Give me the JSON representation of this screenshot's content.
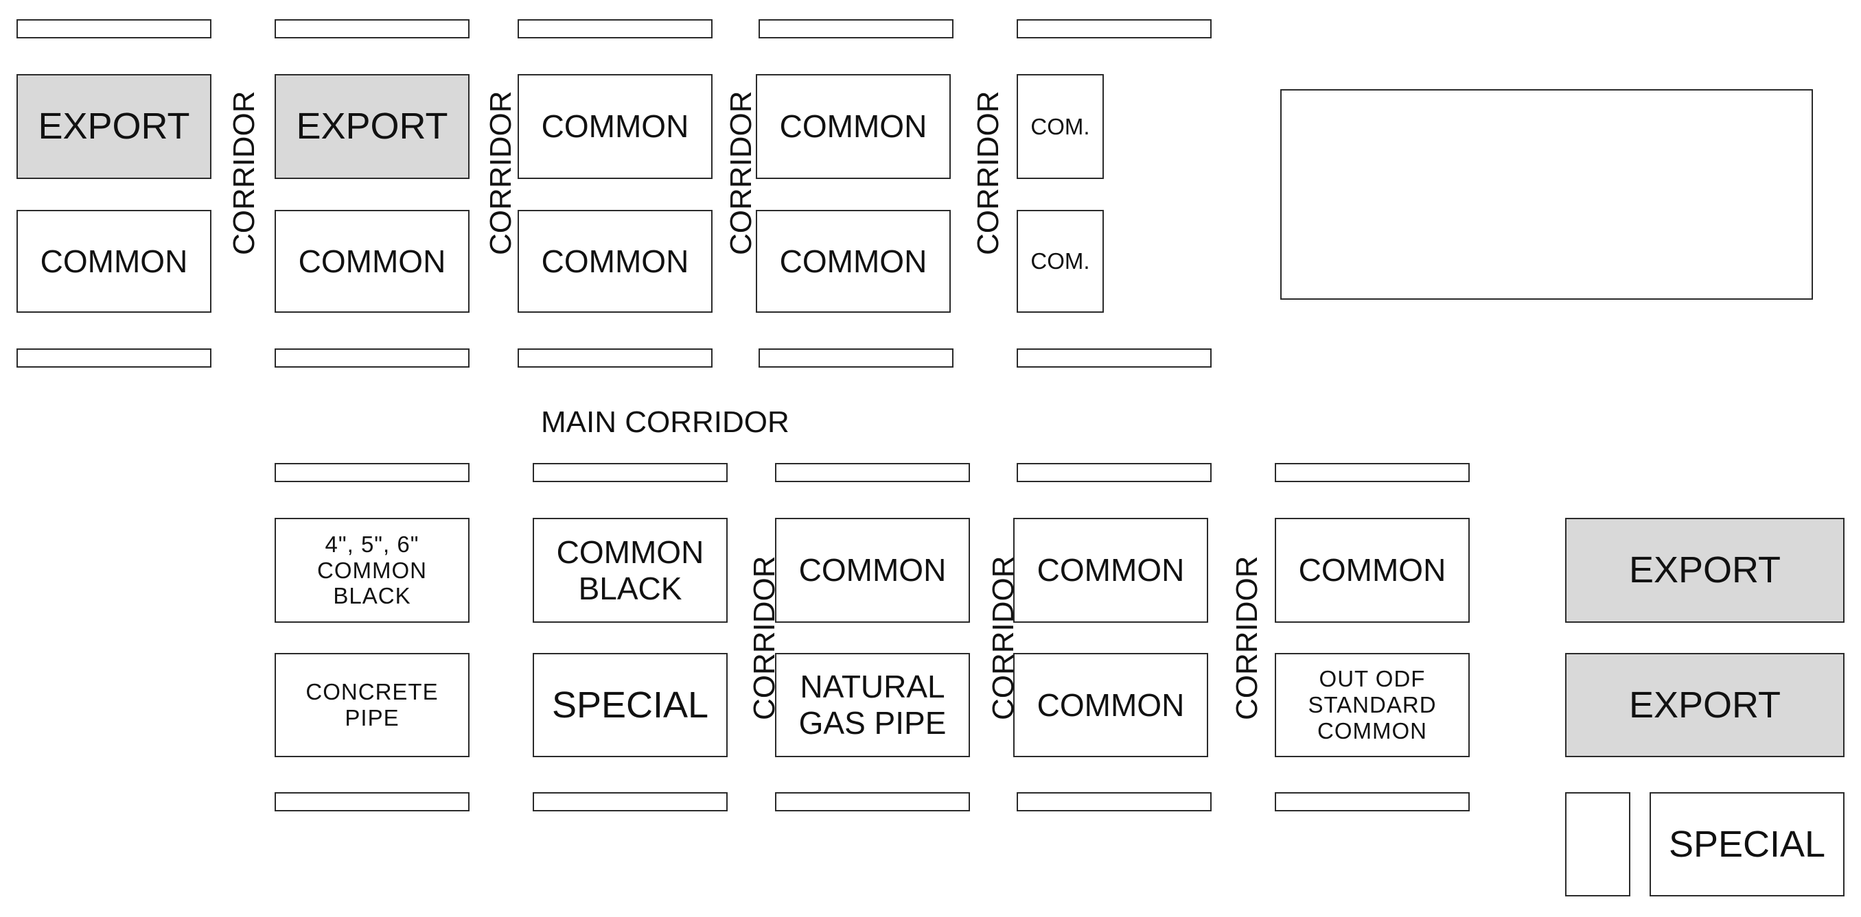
{
  "labels": {
    "export": "EXPORT",
    "common": "COMMON",
    "com_short": "COM.",
    "corridor": "CORRIDOR",
    "main_corridor": "MAIN CORRIDOR",
    "common_black_sizes": "4\", 5\", 6\"\nCOMMON\nBLACK",
    "common_black": "COMMON\nBLACK",
    "concrete_pipe": "CONCRETE\nPIPE",
    "special": "SPECIAL",
    "natural_gas_pipe": "NATURAL\nGAS PIPE",
    "out_odf_standard_common": "OUT ODF\nSTANDARD\nCOMMON"
  },
  "colors": {
    "export_fill": "#d9d9d9",
    "outline": "#2b2b2b",
    "background": "#ffffff"
  }
}
